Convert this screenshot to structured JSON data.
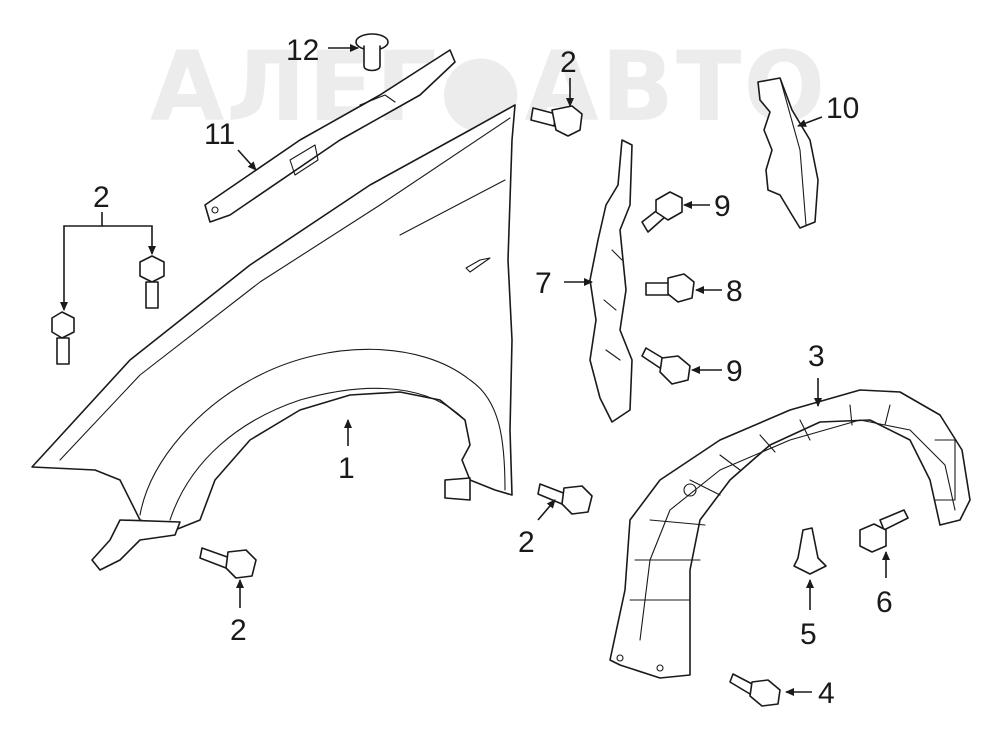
{
  "watermark": "АЛЕГ●АВТО",
  "callouts": [
    {
      "id": "c1",
      "text": "1"
    },
    {
      "id": "c2a",
      "text": "2"
    },
    {
      "id": "c2b",
      "text": "2"
    },
    {
      "id": "c2c",
      "text": "2"
    },
    {
      "id": "c2d",
      "text": "2"
    },
    {
      "id": "c3",
      "text": "3"
    },
    {
      "id": "c4",
      "text": "4"
    },
    {
      "id": "c5",
      "text": "5"
    },
    {
      "id": "c6",
      "text": "6"
    },
    {
      "id": "c7",
      "text": "7"
    },
    {
      "id": "c8",
      "text": "8"
    },
    {
      "id": "c9a",
      "text": "9"
    },
    {
      "id": "c9b",
      "text": "9"
    },
    {
      "id": "c10",
      "text": "10"
    },
    {
      "id": "c11",
      "text": "11"
    },
    {
      "id": "c12",
      "text": "12"
    }
  ],
  "colors": {
    "line": "#1a1a1a",
    "background": "#ffffff",
    "watermark": "#d9d9d9"
  }
}
